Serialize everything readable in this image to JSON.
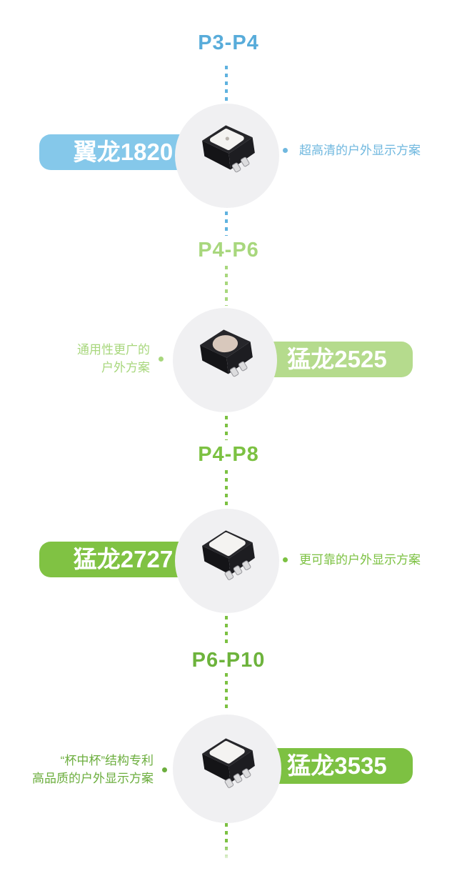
{
  "sections": [
    {
      "range_label": "P3-P4",
      "product_name": "翼龙1820",
      "desc_lines": [
        "超高清的户外显示方案"
      ],
      "label_side": "left",
      "lens": "square-white-with-dot",
      "label_color": "#85C8EA",
      "title_color": "#58ACDA",
      "desc_color": "#70B8DF",
      "dot_color": "#5FB2DF"
    },
    {
      "range_label": "P4-P6",
      "product_name": "猛龙2525",
      "desc_lines": [
        "通用性更广的",
        "户外方案"
      ],
      "label_side": "right",
      "lens": "round-beige",
      "label_color": "#B5DB8D",
      "title_color": "#A8D77D",
      "desc_color": "#A8D77D",
      "dot_color": "#A8D77D"
    },
    {
      "range_label": "P4-P8",
      "product_name": "猛龙2727",
      "desc_lines": [
        "更可靠的户外显示方案"
      ],
      "label_side": "left",
      "lens": "square-white",
      "label_color": "#80C243",
      "title_color": "#7CC142",
      "desc_color": "#7CC142",
      "dot_color": "#7CC142"
    },
    {
      "range_label": "P6-P10",
      "product_name": "猛龙3535",
      "desc_lines": [
        "“杯中杯”结构专利",
        "高品质的户外显示方案"
      ],
      "label_side": "right",
      "lens": "square-white",
      "label_color": "#7DC142",
      "title_color": "#6DB33C",
      "desc_color": "#6CAE3E",
      "dot_color": "#7CC142"
    }
  ],
  "circle_background": "#F0F0F2"
}
